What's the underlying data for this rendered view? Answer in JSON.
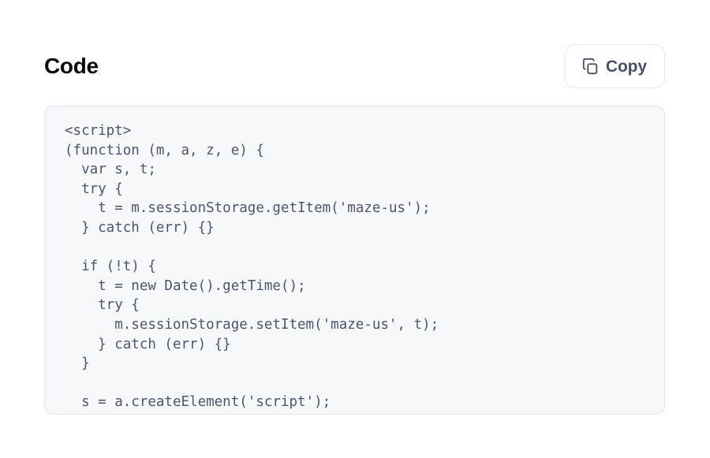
{
  "header": {
    "title": "Code",
    "copy_button": {
      "label": "Copy",
      "icon": "copy-icon"
    }
  },
  "code_block": {
    "language": "html",
    "content": "<script>\n(function (m, a, z, e) {\n  var s, t;\n  try {\n    t = m.sessionStorage.getItem('maze-us');\n  } catch (err) {}\n\n  if (!t) {\n    t = new Date().getTime();\n    try {\n      m.sessionStorage.setItem('maze-us', t);\n    } catch (err) {}\n  }\n\n  s = a.createElement('script');"
  },
  "colors": {
    "page_background": "#ffffff",
    "title_text": "#0b0b0f",
    "button_text": "#475069",
    "button_border": "#e7e8ee",
    "code_background": "#f7f8fa",
    "code_border": "#e3e4ec",
    "code_text": "#4c5570"
  }
}
